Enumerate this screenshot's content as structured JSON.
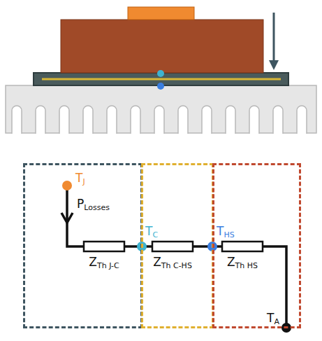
{
  "diagram": {
    "nodes": [
      {
        "text": [
          "TJ",
          "PLosses",
          "ZTh J-C"
        ]
      },
      {
        "text": [
          "TC",
          "ZTh C-HS"
        ]
      },
      {
        "text": [
          "THS",
          "ZTh HS",
          "TA"
        ]
      }
    ]
  }
}
